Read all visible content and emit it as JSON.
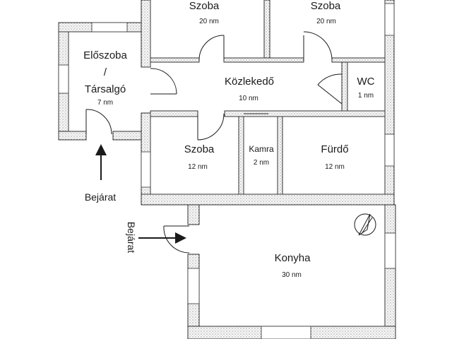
{
  "rooms": {
    "szoba_top_left": {
      "name": "Szoba",
      "area": "20 nm"
    },
    "szoba_top_right": {
      "name": "Szoba",
      "area": "20 nm"
    },
    "eloszoba": {
      "name_line1": "Előszoba",
      "name_line2": "/",
      "name_line3": "Társalgó",
      "area": "7 nm"
    },
    "kozlekedo": {
      "name": "Közlekedő",
      "area": "10 nm"
    },
    "wc": {
      "name": "WC",
      "area": "1 nm"
    },
    "szoba_middle": {
      "name": "Szoba",
      "area": "12 nm"
    },
    "kamra": {
      "name": "Kamra",
      "area": "2 nm"
    },
    "furdo": {
      "name": "Fürdő",
      "area": "12 nm"
    },
    "konyha": {
      "name": "Konyha",
      "area": "30 nm"
    }
  },
  "entrances": {
    "main": {
      "label": "Bejárat"
    },
    "side": {
      "label": "Bejárat"
    }
  },
  "colors": {
    "wall_hatch": "#555555",
    "wall_fill": "#f4f4f4",
    "line": "#1a1a1a"
  }
}
